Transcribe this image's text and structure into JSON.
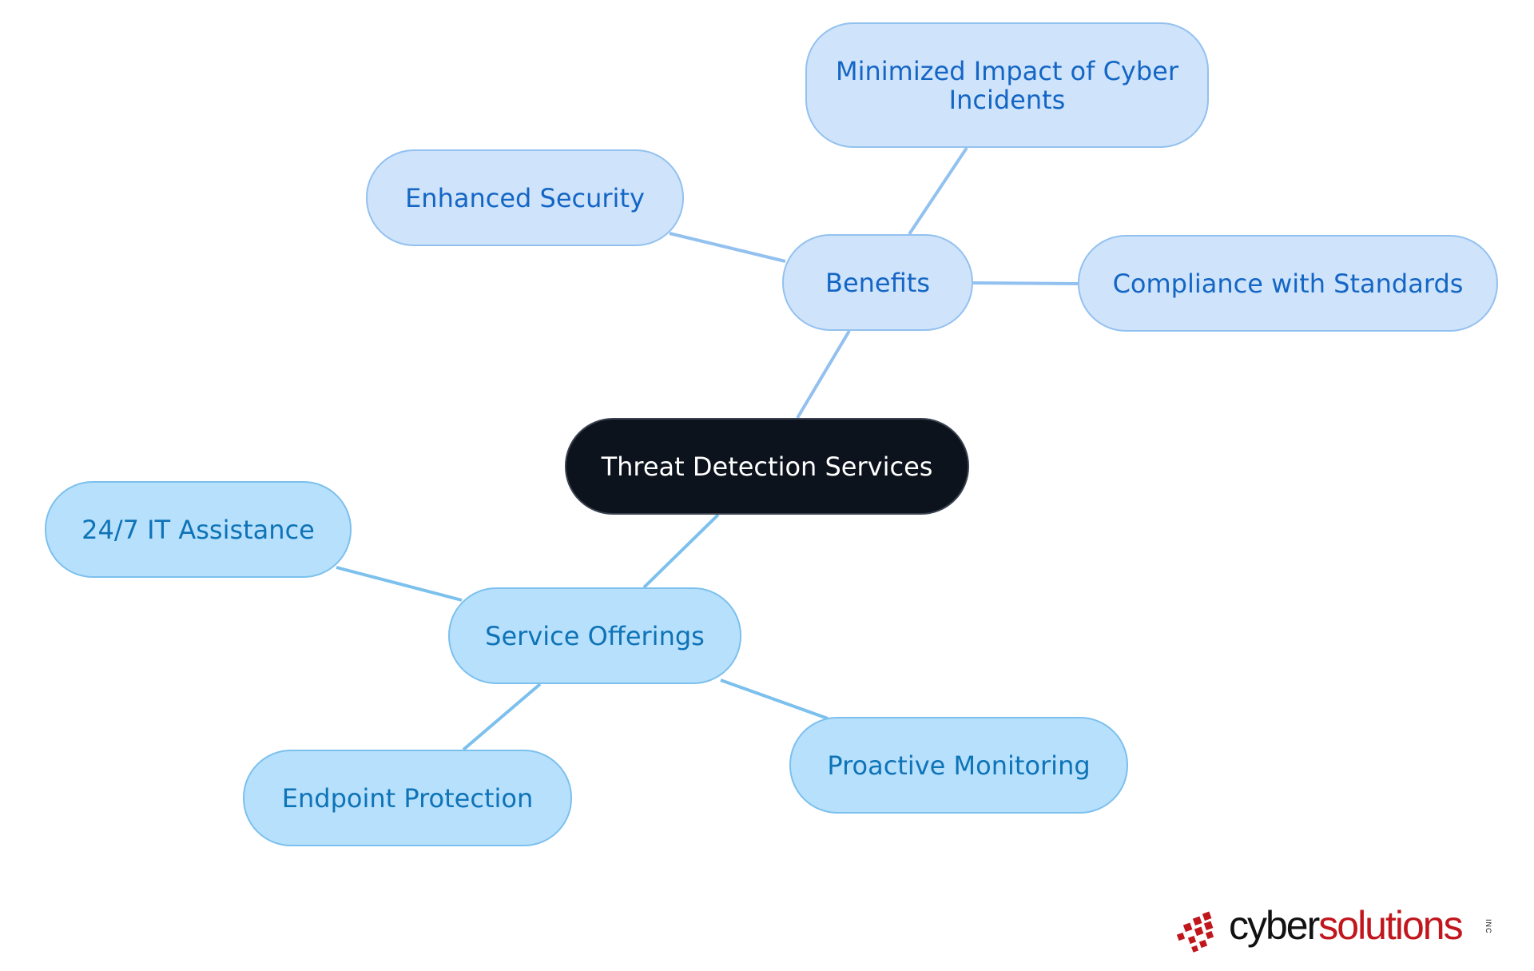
{
  "diagram": {
    "root": "Threat Detection Services",
    "branches": [
      {
        "label": "Benefits",
        "children": [
          "Enhanced Security",
          "Minimized Impact of Cyber Incidents",
          "Compliance with Standards"
        ]
      },
      {
        "label": "Service Offerings",
        "children": [
          "24/7 IT Assistance",
          "Endpoint Protection",
          "Proactive Monitoring"
        ]
      }
    ]
  },
  "logo": {
    "part1": "cyber",
    "part2": "solutions",
    "suffix": "INC"
  },
  "colors": {
    "root_fill": "#0d131c",
    "benefits_fill": "#cfe3fb",
    "benefits_text": "#1466c4",
    "services_fill": "#b7e0fc",
    "services_text": "#0e73b7",
    "edge_benefits": "#93c1ef",
    "edge_services": "#7cc0ee",
    "logo_red": "#c0161c"
  }
}
